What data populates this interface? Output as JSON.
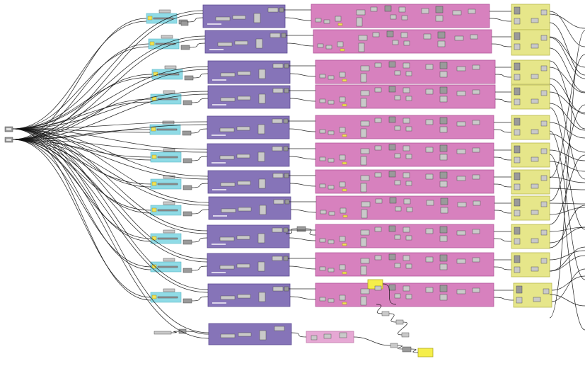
{
  "diagram": {
    "type": "node-graph",
    "inputs": 2,
    "rows": 12,
    "colors": {
      "background": "#ffffff",
      "wire": "#111111",
      "node": "#9a9a9a",
      "input_group": "#8fdbe6",
      "stage2_group": "#8674b8",
      "stage3_group": "#d781be",
      "output_group": "#e6e68a",
      "panel": "#f5ee4a"
    },
    "stages": [
      "input-group",
      "stage2-group",
      "stage3-group",
      "output-group"
    ],
    "extra_panels": 2
  }
}
